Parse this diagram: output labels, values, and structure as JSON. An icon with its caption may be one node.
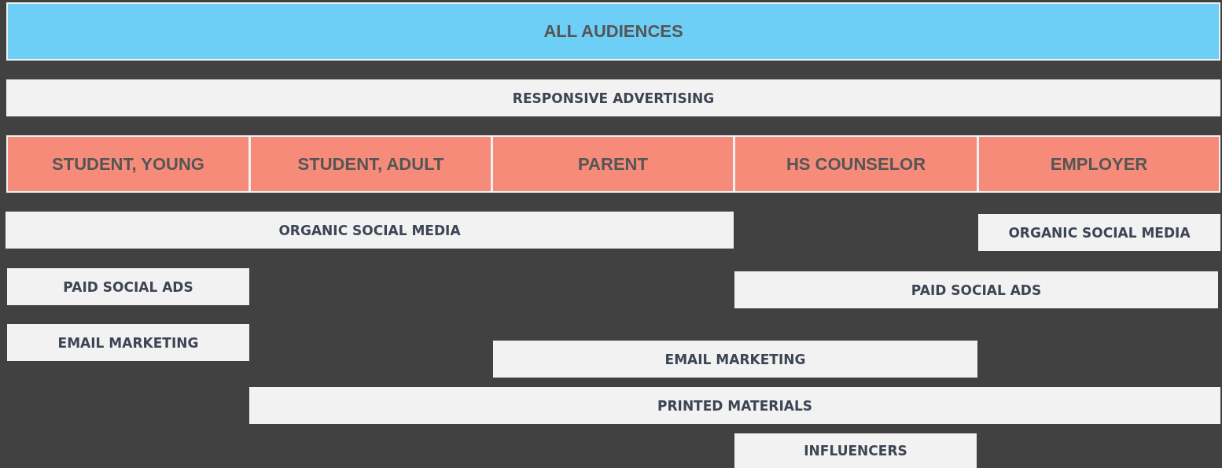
{
  "diagram": {
    "nodes": [
      {
        "text": [
          "ALL AUDIENCES"
        ]
      },
      {
        "text": [
          "RESPONSIVE ADVERTISING"
        ]
      },
      {
        "text": [
          "STUDENT, YOUNG"
        ]
      },
      {
        "text": [
          "STUDENT, ADULT"
        ]
      },
      {
        "text": [
          "PARENT"
        ]
      },
      {
        "text": [
          "HS COUNSELOR"
        ]
      },
      {
        "text": [
          "EMPLOYER"
        ]
      },
      {
        "text": [
          "ORGANIC SOCIAL MEDIA"
        ]
      },
      {
        "text": [
          "ORGANIC SOCIAL MEDIA"
        ]
      },
      {
        "text": [
          "PAID SOCIAL ADS"
        ]
      },
      {
        "text": [
          "PAID SOCIAL ADS"
        ]
      },
      {
        "text": [
          "EMAIL MARKETING"
        ]
      },
      {
        "text": [
          "EMAIL MARKETING"
        ]
      },
      {
        "text": [
          "PRINTED MATERIALS"
        ]
      },
      {
        "text": [
          "INFLUENCERS"
        ]
      }
    ]
  }
}
